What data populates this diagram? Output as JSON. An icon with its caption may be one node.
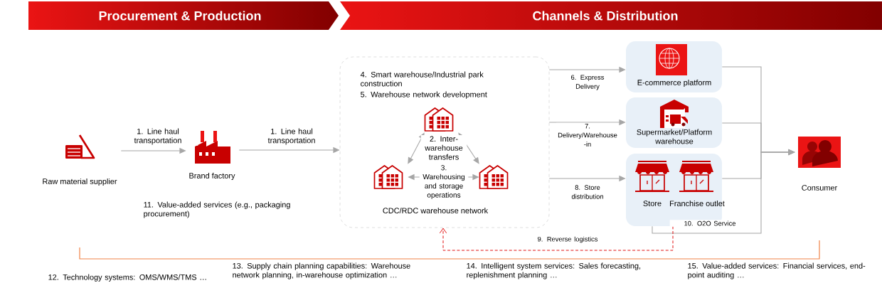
{
  "diagram": {
    "nodes": [
      {
        "text": [
          "Procurement & Production"
        ]
      },
      {
        "text": [
          "Channels & Distribution"
        ]
      },
      {
        "text": [
          "Raw material supplier"
        ]
      },
      {
        "text": [
          "Brand factory"
        ]
      },
      {
        "text": [
          "4. Smart warehouse/Industrial park construction",
          "5. Warehouse network development",
          "CDC/RDC warehouse network"
        ]
      },
      {
        "text": [],
        "shape": "picture",
        "in": 4
      },
      {
        "text": [],
        "shape": "picture",
        "in": 4
      },
      {
        "text": [],
        "shape": "picture",
        "in": 4
      },
      {
        "text": [
          "E-commerce platform"
        ]
      },
      {
        "text": [
          "Supermarket/Platform warehouse"
        ]
      },
      {
        "text": [
          "Store",
          "Franchise outlet"
        ]
      },
      {
        "text": [
          "Consumer"
        ]
      }
    ],
    "edges": [
      {
        "from": 2,
        "to": 3,
        "arrow": "to",
        "label": "1. Line haul transportation"
      },
      {
        "from": 3,
        "to": 4,
        "arrow": "to",
        "label": "1. Line haul transportation"
      },
      {
        "from": 5,
        "to": 6,
        "arrow": "both",
        "label": "2. Inter-warehouse transfers"
      },
      {
        "from": 5,
        "to": 7,
        "arrow": "both"
      },
      {
        "from": 6,
        "to": 7,
        "arrow": "both",
        "label": "3. Warehousing and storage operations"
      },
      {
        "from": 4,
        "to": 8,
        "arrow": "to",
        "label": "6. Express Delivery"
      },
      {
        "from": 4,
        "to": 9,
        "arrow": "to",
        "label": "7. Delivery/Warehouse -in"
      },
      {
        "from": 4,
        "to": 10,
        "arrow": "to",
        "label": "8. Store distribution"
      },
      {
        "from": 8,
        "to": 11,
        "arrow": "to"
      },
      {
        "from": 9,
        "to": 11,
        "arrow": "to"
      },
      {
        "from": 10,
        "to": 11,
        "arrow": "to"
      },
      {
        "from": 10,
        "to": 11,
        "arrow": "to",
        "label": "10. O2O Service"
      },
      {
        "from": 10,
        "to": 4,
        "arrow": "to",
        "label": "9. Reverse logistics",
        "style": "dashed",
        "color": "#e00000"
      }
    ],
    "labels": [
      "11. Value-added services (e.g., packaging procurement)",
      "12. Technology systems: OMS/WMS/TMS …",
      "13. Supply chain planning capabilities: Warehouse network planning, in-warehouse optimization …",
      "14. Intelligent system services: Sales forecasting, replenishment planning …",
      "15. Value-added services: Financial services, end-point auditing …"
    ]
  }
}
